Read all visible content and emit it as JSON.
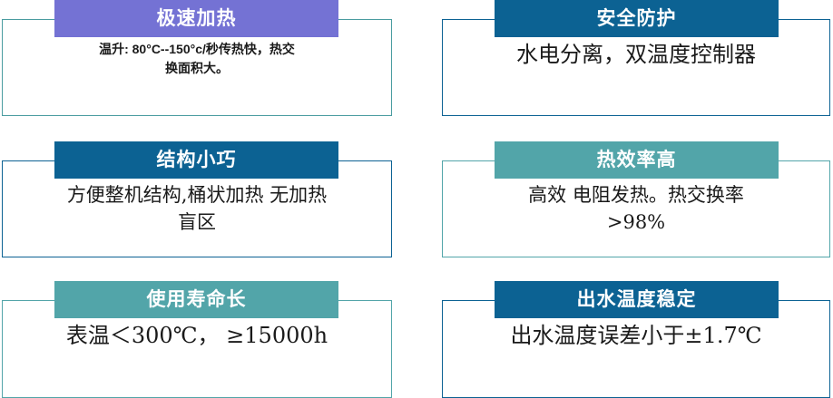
{
  "palette": {
    "purple": "#7472d4",
    "blue": "#0c6293",
    "teal": "#52a5a9",
    "text": "#1a1a1a",
    "background": "#ffffff"
  },
  "cards": [
    {
      "id": "rapid-heating",
      "title": "极速加热",
      "body": "温升: 80°C--150°c/秒传热快，热交\n换面积大。",
      "header_color": "#7472d4",
      "border_color": "#4a9ca0"
    },
    {
      "id": "safety",
      "title": "安全防护",
      "body": "水电分离，双温度控制器",
      "header_color": "#0c6293",
      "border_color": "#0c6293"
    },
    {
      "id": "compact",
      "title": "结构小巧",
      "body": "方便整机结构,桶状加热 无加热\n盲区",
      "header_color": "#0c6293",
      "border_color": "#0c6293"
    },
    {
      "id": "efficiency",
      "title": "热效率高",
      "body": "高效 电阻发热。热交换率\n>98%",
      "header_color": "#52a5a9",
      "border_color": "#52a5a9"
    },
    {
      "id": "lifespan",
      "title": "使用寿命长",
      "body": "表温＜300℃， ≥15000h",
      "header_color": "#52a5a9",
      "border_color": "#52a5a9"
    },
    {
      "id": "stable-temp",
      "title": "出水温度稳定",
      "body": "出水温度误差小于±1.7℃",
      "header_color": "#0c6293",
      "border_color": "#0c6293"
    }
  ]
}
